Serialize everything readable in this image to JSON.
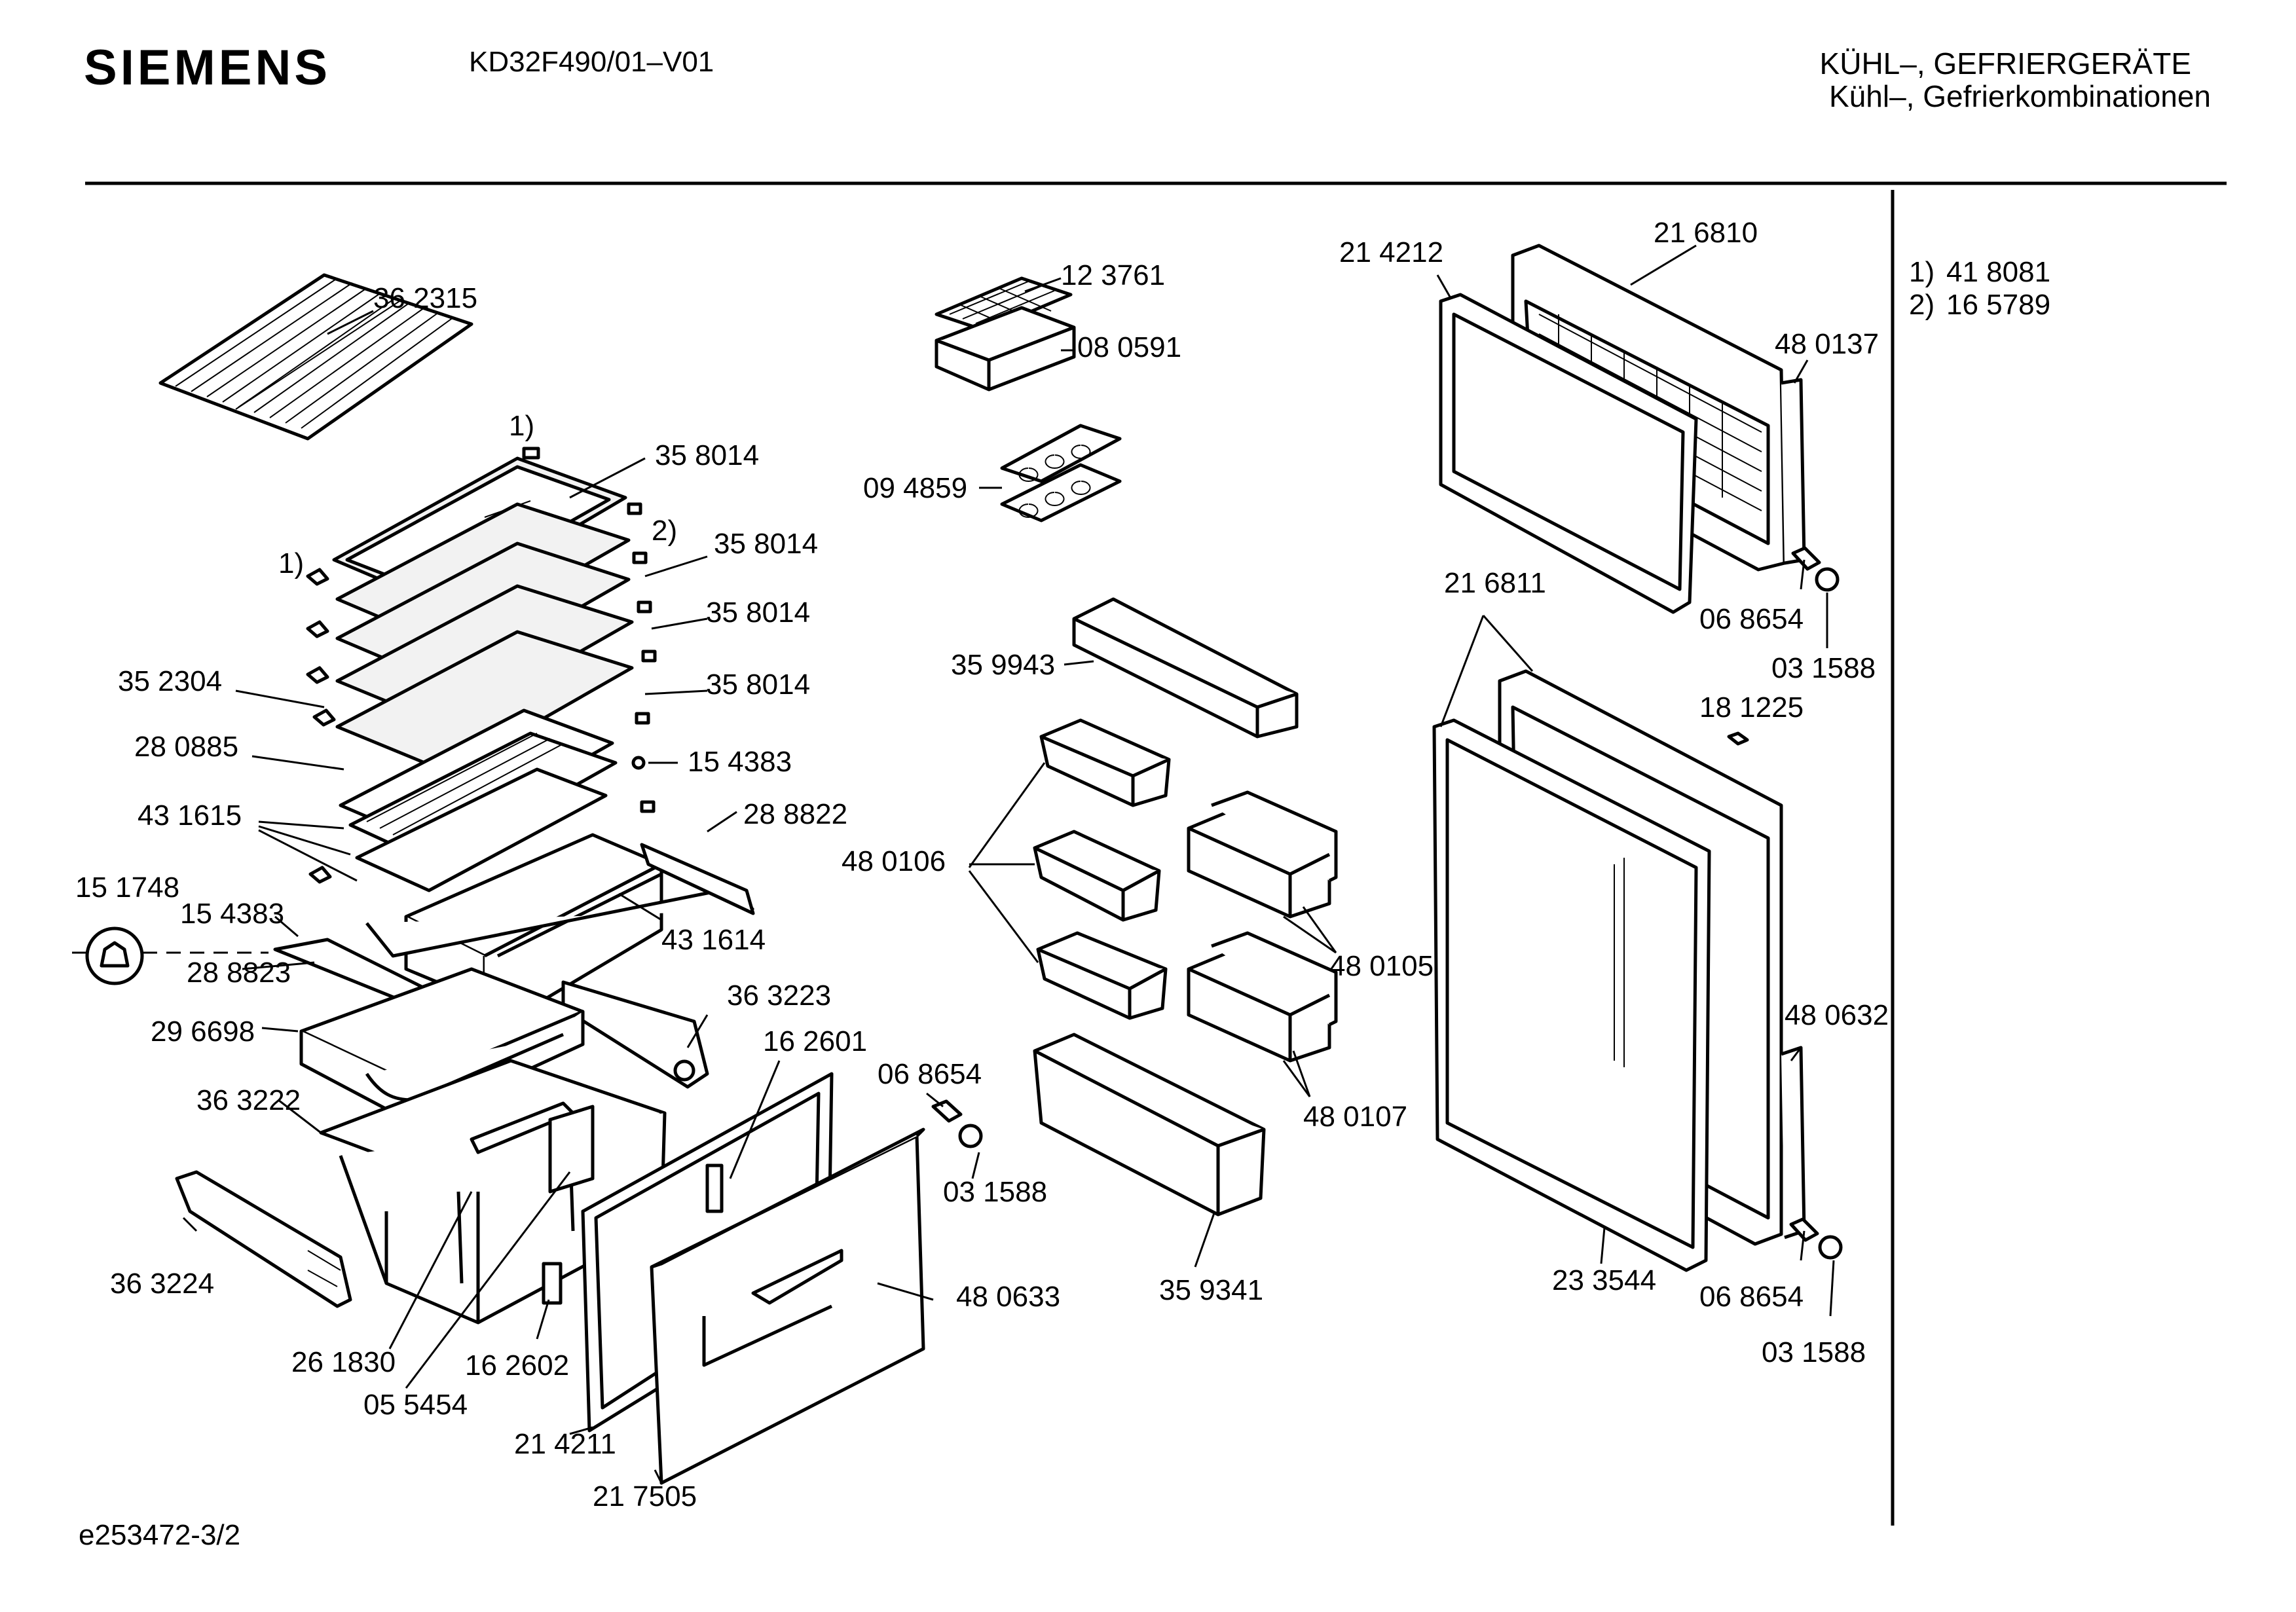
{
  "header": {
    "brand": "SIEMENS",
    "model": "KD32F490/01–V01",
    "category": "KÜHL–, GEFRIERGERÄTE",
    "subcategory": "Kühl–, Gefrierkombinationen"
  },
  "footer": {
    "doc_id": "e253472-3/2"
  },
  "notes": [
    {
      "marker": "1)",
      "part": "41 8081"
    },
    {
      "marker": "2)",
      "part": "16 5789"
    }
  ],
  "labels": {
    "l01": "36 2315",
    "l02": "1)",
    "l03": "35 8014",
    "l04": "2)",
    "l05": "35 8014",
    "l06": "1)",
    "l07": "35 8014",
    "l08": "35 2304",
    "l09": "35 8014",
    "l10": "28 0885",
    "l11": "15 4383",
    "l12": "43 1615",
    "l13": "28 8822",
    "l14": "15 1748",
    "l15": "15 4383",
    "l16": "43 1614",
    "l17": "28 8823",
    "l18": "36 3223",
    "l19": "29 6698",
    "l20": "16 2601",
    "l21": "36 3222",
    "l22": "06 8654",
    "l23": "03 1588",
    "l24": "36 3224",
    "l25": "48 0633",
    "l26": "26 1830",
    "l27": "16 2602",
    "l28": "05 5454",
    "l29": "21 4211",
    "l30": "21 7505",
    "l31": "12 3761",
    "l32": "08 0591",
    "l33": "09 4859",
    "l34": "35 9943",
    "l35": "48 0106",
    "l36": "48 0105",
    "l37": "48 0107",
    "l38": "35 9341",
    "l39": "21 4212",
    "l40": "21 6810",
    "l41": "48 0137",
    "l42": "06 8654",
    "l43": "03 1588",
    "l44": "21 6811",
    "l45": "18 1225",
    "l46": "48 0632",
    "l47": "23 3544",
    "l48": "06 8654",
    "l49": "03 1588"
  }
}
